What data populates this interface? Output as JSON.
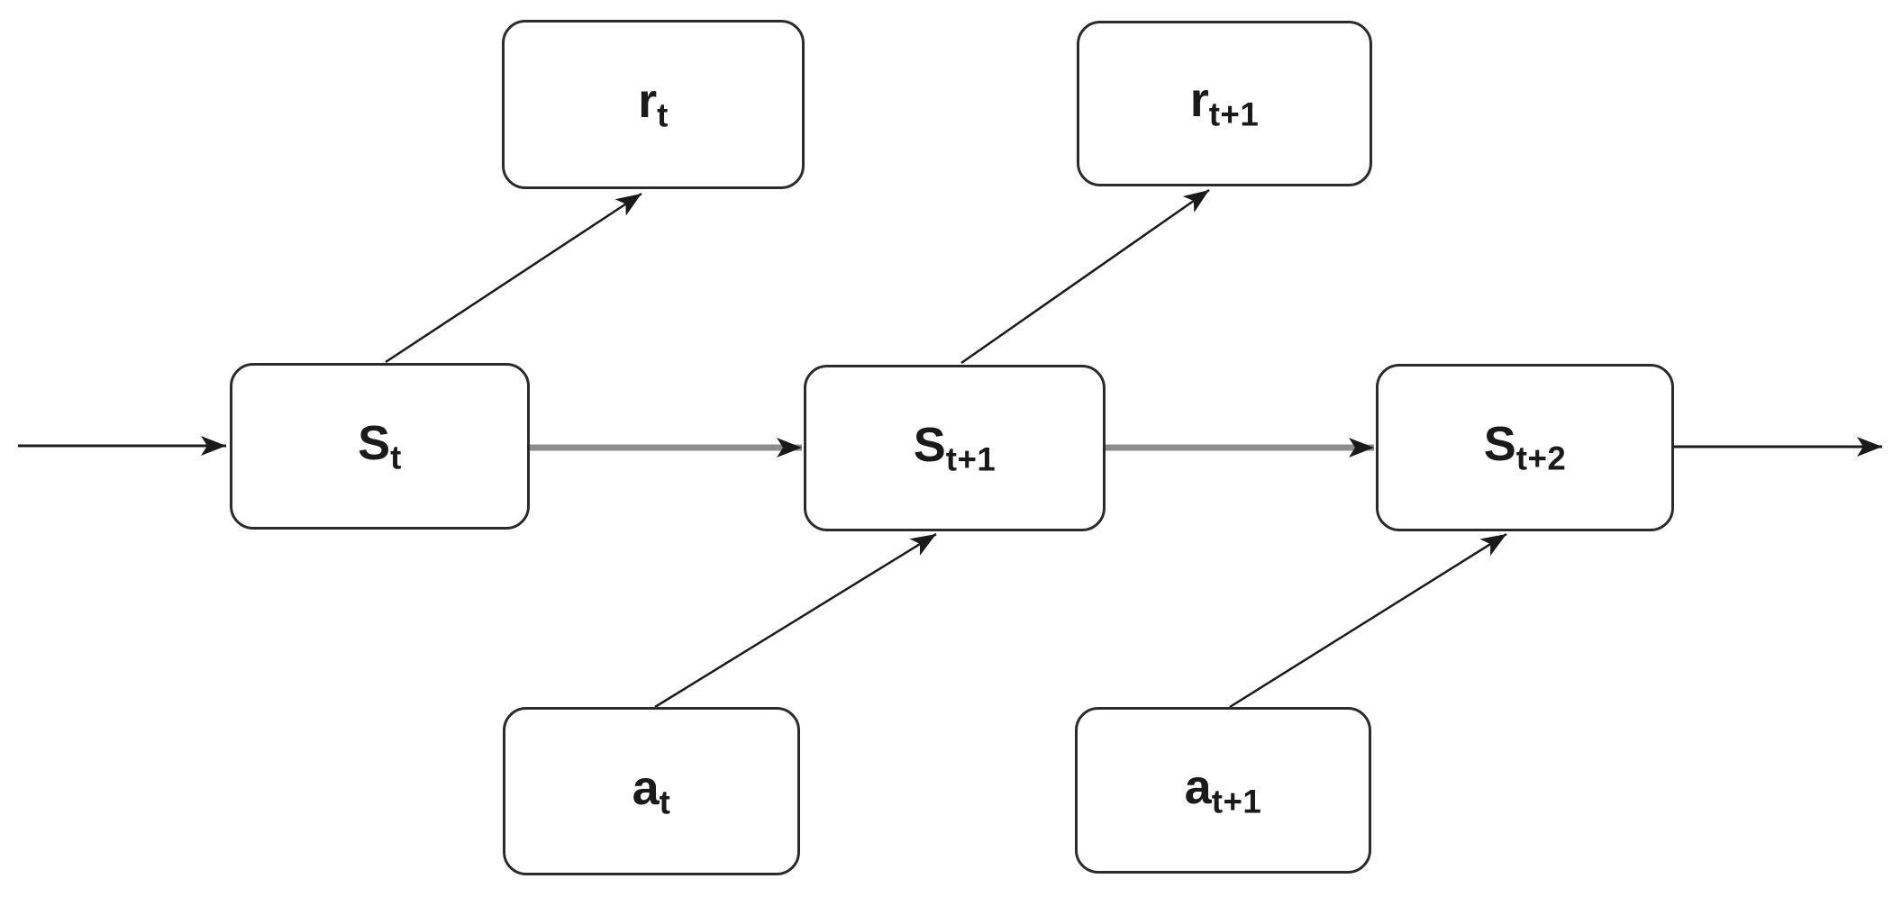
{
  "diagram": {
    "type": "markov-decision-process-flow",
    "background": "#ffffff",
    "colors": {
      "background": "#ffffff",
      "node_border": "#2b2b2b",
      "node_fill": "#ffffff",
      "text": "#1a1a1a",
      "edge": "#1a1a1a",
      "state_connector": "#8c8c8c"
    },
    "nodes": [
      {
        "id": "reward-t",
        "base": "r",
        "sub": "t",
        "label": "rt"
      },
      {
        "id": "reward-t1",
        "base": "r",
        "sub": "t+1",
        "label": "rt+1"
      },
      {
        "id": "state-t",
        "base": "S",
        "sub": "t",
        "label": "St"
      },
      {
        "id": "state-t1",
        "base": "S",
        "sub": "t+1",
        "label": "St+1"
      },
      {
        "id": "state-t2",
        "base": "S",
        "sub": "t+2",
        "label": "St+2"
      },
      {
        "id": "action-t",
        "base": "a",
        "sub": "t",
        "label": "at"
      },
      {
        "id": "action-t1",
        "base": "a",
        "sub": "t+1",
        "label": "at+1"
      }
    ],
    "edges": [
      {
        "from": "start",
        "to": "state-t",
        "style": "thin-black-arrow"
      },
      {
        "from": "state-t",
        "to": "reward-t",
        "style": "thin-black-arrow"
      },
      {
        "from": "state-t",
        "to": "state-t1",
        "style": "thick-gray-arrow"
      },
      {
        "from": "action-t",
        "to": "state-t1",
        "style": "thin-black-arrow"
      },
      {
        "from": "state-t1",
        "to": "reward-t1",
        "style": "thin-black-arrow"
      },
      {
        "from": "state-t1",
        "to": "state-t2",
        "style": "thick-gray-arrow"
      },
      {
        "from": "action-t1",
        "to": "state-t2",
        "style": "thin-black-arrow"
      },
      {
        "from": "state-t2",
        "to": "end",
        "style": "thin-black-arrow"
      }
    ]
  }
}
